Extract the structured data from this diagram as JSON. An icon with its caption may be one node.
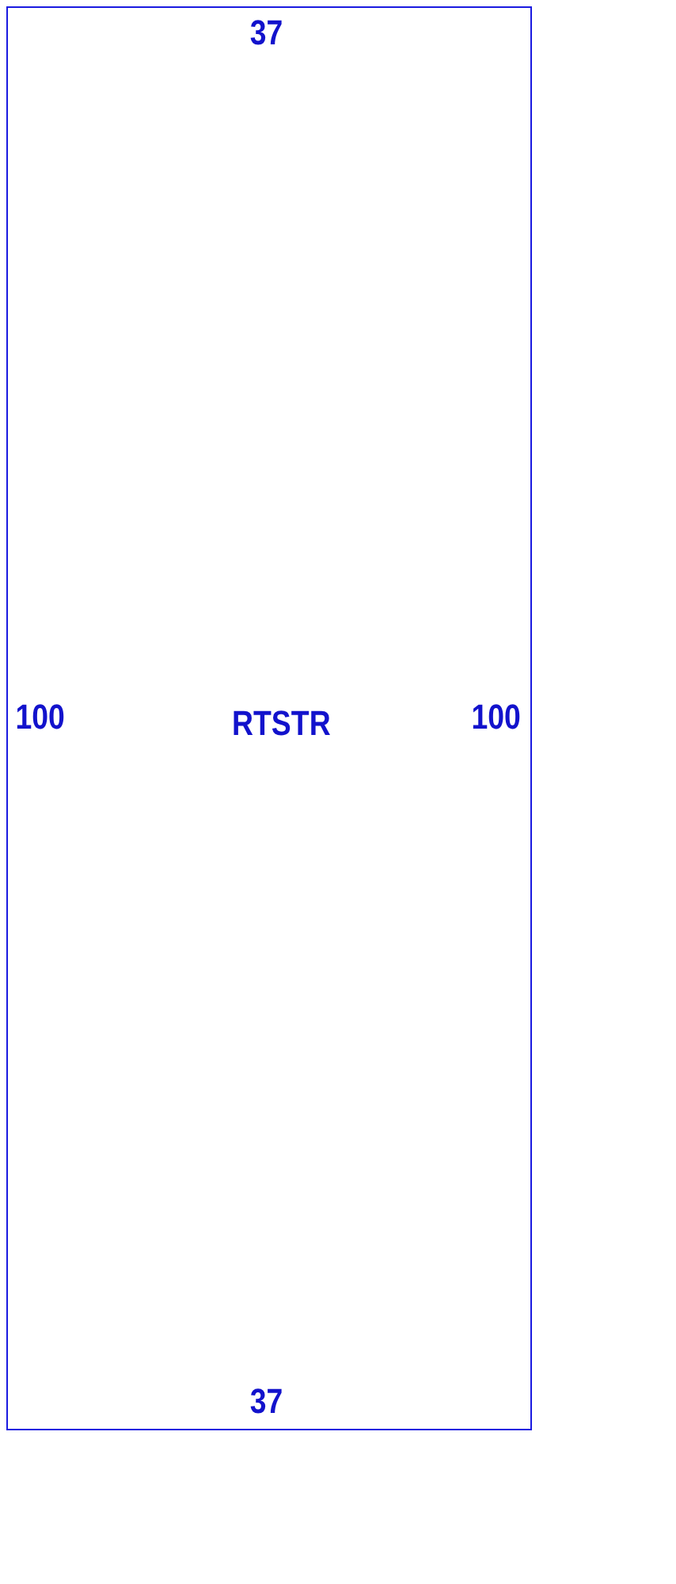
{
  "diagram": {
    "nodes": [
      {
        "text": [
          "RTSTR"
        ]
      }
    ],
    "labels": [
      "37",
      "100",
      "100",
      "37"
    ]
  }
}
